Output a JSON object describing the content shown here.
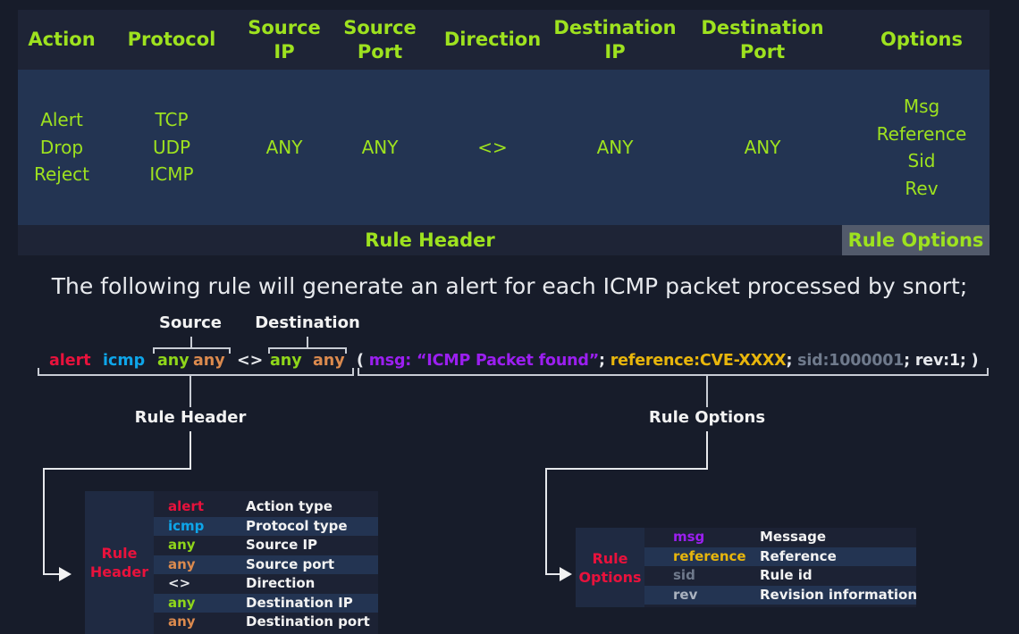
{
  "table": {
    "headers": [
      "Action",
      "Protocol",
      "Source\nIP",
      "Source\nPort",
      "Direction",
      "Destination\nIP",
      "Destination\nPort",
      "Options"
    ],
    "cells": [
      [
        "Alert",
        "Drop",
        "Reject"
      ],
      [
        "TCP",
        "UDP",
        "ICMP"
      ],
      [
        "ANY"
      ],
      [
        "ANY"
      ],
      [
        "<>"
      ],
      [
        "ANY"
      ],
      [
        "ANY"
      ],
      [
        "Msg",
        "Reference",
        "Sid",
        "Rev"
      ]
    ],
    "footer_header": "Rule Header",
    "footer_options": "Rule Options"
  },
  "sentence": "The following rule will generate an alert for each ICMP packet processed by snort;",
  "rule": {
    "source_label": "Source",
    "destination_label": "Destination",
    "action": "alert",
    "protocol": "icmp",
    "src_ip": "any",
    "src_port": "any",
    "direction": "<>",
    "dst_ip": "any",
    "dst_port": "any",
    "open": "(",
    "msg": "msg: “ICMP Packet found”",
    "sep1": ";",
    "reference": "reference:CVE-XXXX",
    "sep2": ";",
    "sid": "sid:1000001",
    "rest": "; rev:1; )",
    "header_label": "Rule Header",
    "options_label": "Rule Options"
  },
  "header_table": {
    "title": "Rule\nHeader",
    "rows": [
      {
        "key": "alert",
        "desc": "Action type",
        "color": "#e8123c"
      },
      {
        "key": "icmp",
        "desc": "Protocol type",
        "color": "#0ea5e9"
      },
      {
        "key": "any",
        "desc": "Source IP",
        "color": "#8fd61a"
      },
      {
        "key": "any",
        "desc": "Source port",
        "color": "#db8a4e"
      },
      {
        "key": "<>",
        "desc": "Direction",
        "color": "#e6e8ec"
      },
      {
        "key": "any",
        "desc": "Destination IP",
        "color": "#8fd61a"
      },
      {
        "key": "any",
        "desc": "Destination port",
        "color": "#db8a4e"
      }
    ]
  },
  "options_table": {
    "title": "Rule\nOptions",
    "rows": [
      {
        "key": "msg",
        "desc": "Message",
        "color": "#9b1ff0"
      },
      {
        "key": "reference",
        "desc": "Reference",
        "color": "#e8b60c"
      },
      {
        "key": "sid",
        "desc": "Rule id",
        "color": "#6f7a8c"
      },
      {
        "key": "rev",
        "desc": "Revision information",
        "color": "#aab2bf"
      }
    ]
  },
  "colors": {
    "accent": "#9ee21f",
    "background": "#171c2a",
    "alert": "#e8123c",
    "destination": "#0ea5e9"
  }
}
